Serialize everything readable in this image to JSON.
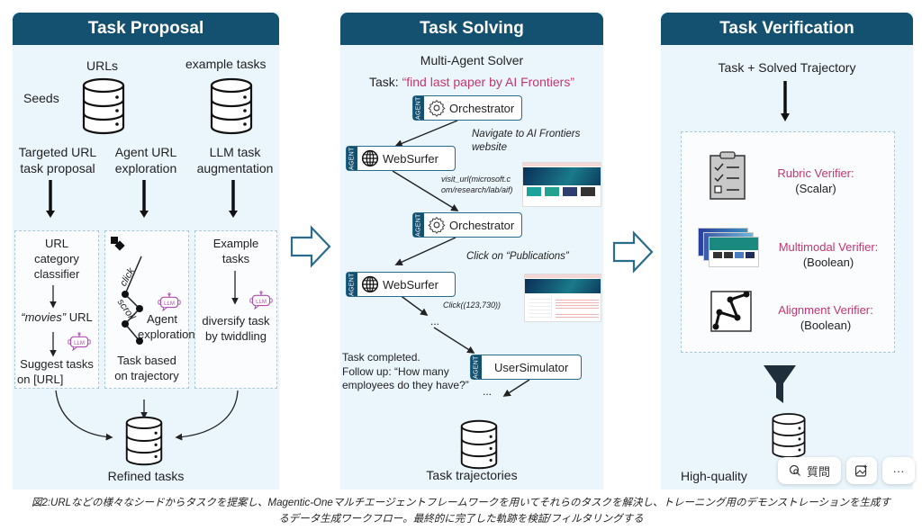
{
  "colors": {
    "header": "#14506f",
    "panel": "#eaf5fc",
    "accent_pink": "#c2366f",
    "arrow_outline": "#2a6c8d"
  },
  "proposal": {
    "title": "Task Proposal",
    "seeds_label": "Seeds",
    "db_urls_label": "URLs",
    "db_examples_label": "example tasks",
    "methods": [
      {
        "line1": "Targeted URL",
        "line2": "task proposal"
      },
      {
        "line1": "Agent URL",
        "line2": "exploration"
      },
      {
        "line1": "LLM task",
        "line2": "augmentation"
      }
    ],
    "box1": {
      "step1_line1": "URL",
      "step1_line2": "category",
      "step1_line3": "classifier",
      "step2_em": "“movies”",
      "step2_rest": " URL",
      "step3_line1": "Suggest tasks",
      "step3_line2": "on [URL]",
      "llm": "LLM"
    },
    "box2": {
      "click": "click",
      "scroll": "scroll",
      "agent_line1": "Agent",
      "agent_line2": "exploration",
      "task_line1": "Task based",
      "task_line2": "on trajectory",
      "llm": "LLM"
    },
    "box3": {
      "step1_line1": "Example",
      "step1_line2": "tasks",
      "step2_line1": "diversify task",
      "step2_line2": "by twiddling",
      "llm": "LLM"
    },
    "output_label": "Refined tasks"
  },
  "solving": {
    "title": "Task Solving",
    "subtitle": "Multi-Agent Solver",
    "task_prefix": "Task: ",
    "task_quote": "“find last paper by AI Frontiers”",
    "agent_tag": "AGENT",
    "agents": {
      "orchestrator1": "Orchestrator",
      "websurfer1": "WebSurfer",
      "orchestrator2": "Orchestrator",
      "websurfer2": "WebSurfer",
      "usersim": "UserSimulator"
    },
    "messages": {
      "navigate_line1": "Navigate to AI Frontiers",
      "navigate_line2": "website",
      "visit_line1": "visit_url(microsoft.c",
      "visit_line2": "om/research/lab/aif)",
      "click_pub": "Click on “Publications”",
      "click_coord": "Click((123,730))",
      "ellipsis1": "...",
      "ellipsis2": "...",
      "completed_line1": "Task completed.",
      "completed_line2": "Follow up: “How many",
      "completed_line3": "employees do they have?”"
    },
    "output_label": "Task trajectories"
  },
  "verification": {
    "title": "Task Verification",
    "input_label": "Task + Solved Trajectory",
    "verifiers": [
      {
        "name": "Rubric Verifier:",
        "type": "(Scalar)"
      },
      {
        "name": "Multimodal Verifier:",
        "type": "(Boolean)"
      },
      {
        "name": "Alignment Verifier:",
        "type": "(Boolean)"
      }
    ],
    "output_label": "High-quality"
  },
  "overlay": {
    "ask_label": "質問",
    "more_label": "···"
  },
  "caption": {
    "line1": "図2:URLなどの様々なシードからタスクを提案し、Magentic-Oneマルチエージェントフレームワークを用いてそれらのタスクを解決し、トレーニング用のデモンストレーションを生成す",
    "line2": "るデータ生成ワークフロー。最終的に完了した軌跡を検証/フィルタリングする"
  }
}
